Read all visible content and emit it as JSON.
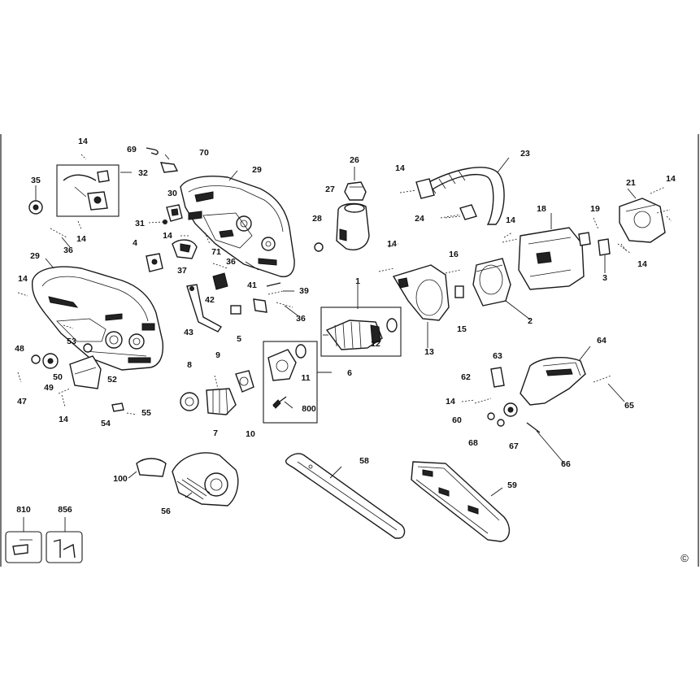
{
  "diagram": {
    "copyright_symbol": "©",
    "part_labels": {
      "p1": "1",
      "p2": "2",
      "p3": "3",
      "p4": "4",
      "p5": "5",
      "p6": "6",
      "p7": "7",
      "p8": "8",
      "p9": "9",
      "p10": "10",
      "p11": "11",
      "p12": "12",
      "p13": "13",
      "p15": "15",
      "p16": "16",
      "p18": "18",
      "p19": "19",
      "p21": "21",
      "p23": "23",
      "p24": "24",
      "p26": "26",
      "p27": "27",
      "p28": "28",
      "p29a": "29",
      "p29b": "29",
      "p30": "30",
      "p31": "31",
      "p32": "32",
      "p35": "35",
      "p36a": "36",
      "p36b": "36",
      "p36c": "36",
      "p37": "37",
      "p39": "39",
      "p41": "41",
      "p42": "42",
      "p43": "43",
      "p47": "47",
      "p48": "48",
      "p49": "49",
      "p50": "50",
      "p52": "52",
      "p53": "53",
      "p54": "54",
      "p55": "55",
      "p56": "56",
      "p58": "58",
      "p59": "59",
      "p60": "60",
      "p62": "62",
      "p63": "63",
      "p64": "64",
      "p65": "65",
      "p66": "66",
      "p67": "67",
      "p68": "68",
      "p69": "69",
      "p70": "70",
      "p71": "71",
      "p100": "100",
      "p800": "800",
      "p810": "810",
      "p856": "856",
      "p14a": "14",
      "p14b": "14",
      "p14c": "14",
      "p14d": "14",
      "p14e": "14",
      "p14f": "14",
      "p14g": "14",
      "p14h": "14",
      "p14i": "14",
      "p14j": "14",
      "p14k": "14"
    }
  }
}
